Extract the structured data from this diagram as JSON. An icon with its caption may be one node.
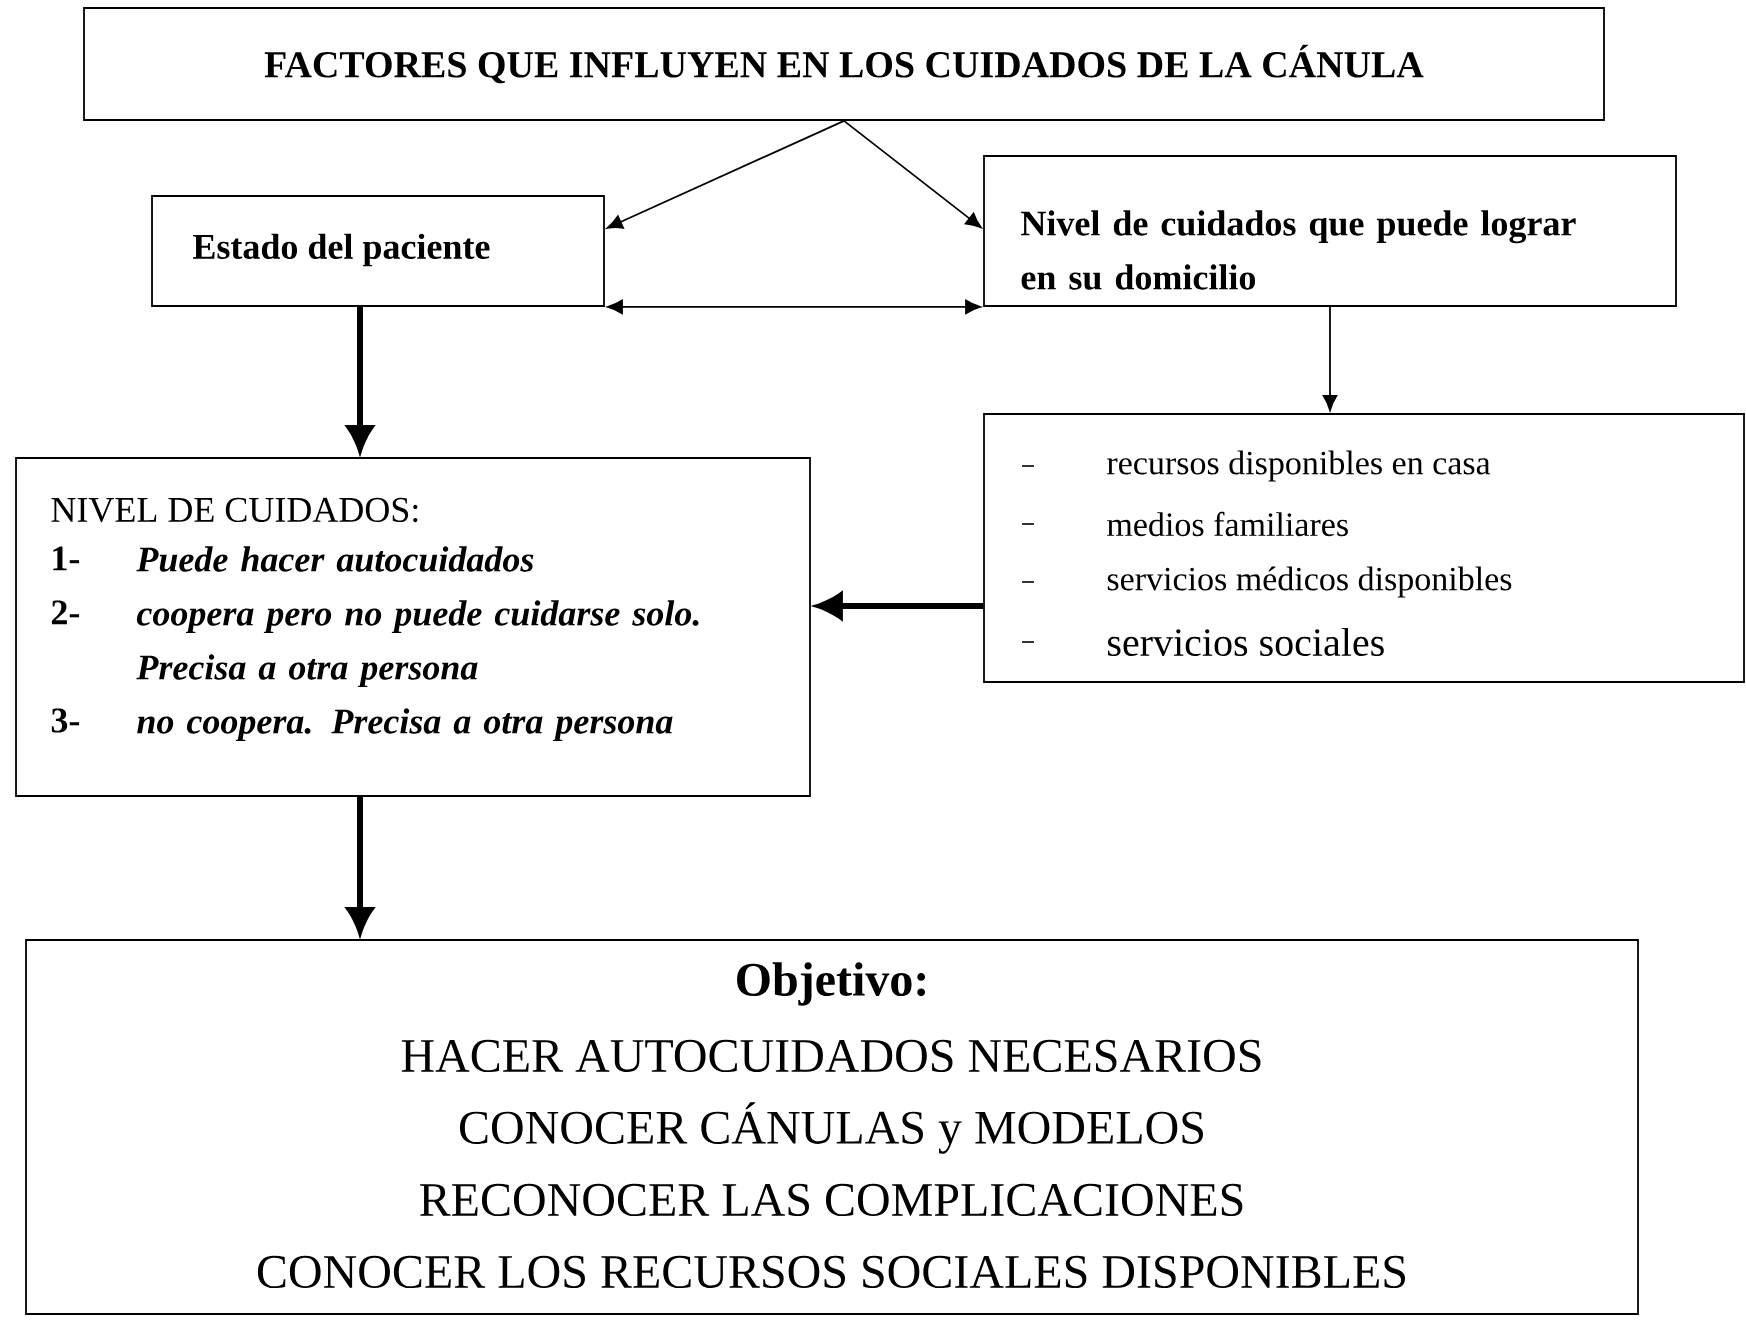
{
  "diagram": {
    "nodes": [
      {
        "text": [
          "FACTORES QUE INFLUYEN EN LOS CUIDADOS DE LA CÁNULA"
        ]
      },
      {
        "text": [
          "Estado del paciente"
        ]
      },
      {
        "text": [
          "Nivel de cuidados que puede lograr en su domicilio"
        ]
      },
      {
        "text": [
          "recursos disponibles en casa",
          "medios familiares",
          "servicios médicos disponibles",
          "servicios sociales"
        ]
      },
      {
        "text": [
          "NIVEL DE CUIDADOS:",
          "1-",
          "Puede hacer autocuidados",
          "2-",
          "coopera pero no puede cuidarse solo. Precisa a otra persona",
          "3-",
          "no coopera. Precisa a otra persona"
        ]
      },
      {
        "text": [
          "Objetivo:",
          "HACER AUTOCUIDADOS NECESARIOS",
          "CONOCER CÁNULAS y MODELOS",
          "RECONOCER LAS COMPLICACIONES",
          "CONOCER LOS RECURSOS SOCIALES DISPONIBLES"
        ]
      }
    ],
    "edges": [
      {
        "from": 0,
        "to": 1,
        "arrow": "to"
      },
      {
        "from": 0,
        "to": 2,
        "arrow": "to"
      },
      {
        "from": 1,
        "to": 2,
        "arrow": "both"
      },
      {
        "from": 2,
        "to": 3,
        "arrow": "to"
      },
      {
        "from": 1,
        "to": 4,
        "arrow": "to",
        "style": "thick"
      },
      {
        "from": 3,
        "to": 4,
        "arrow": "to",
        "style": "thick"
      },
      {
        "from": 4,
        "to": 5,
        "arrow": "to",
        "style": "thick"
      }
    ]
  }
}
